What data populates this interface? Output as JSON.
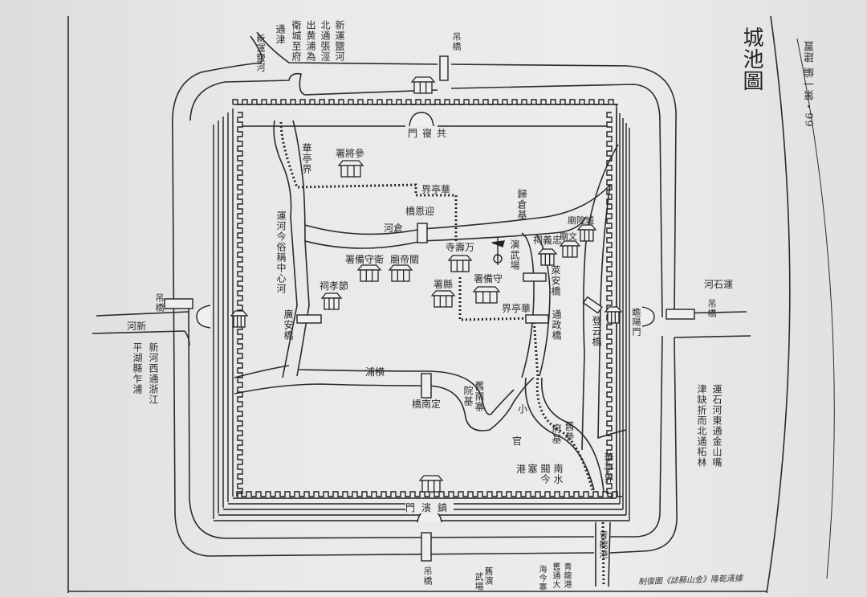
{
  "title": "城池圖",
  "page_header": "66・第一編 建置",
  "caption": "制復圖《誌縣山金》隆乾清據",
  "labels": {
    "note_top_1": "新運鹽河",
    "note_top_2": "北通張涇",
    "note_top_3": "出黄浦為",
    "note_top_4": "衛城至府",
    "note_top_5": "通津",
    "xin_yunyan_he": "新運鹽河",
    "diaoqiao_north": "吊橋",
    "gongchen_men": "門寑共",
    "huating_jie_nw": "華亭界",
    "canjiang_shu": "署將參",
    "huating_jie_n": "界亭華",
    "yingen_qiao": "橋恩迎",
    "cang_he": "河倉",
    "gui_cang_ji": "歸倉基",
    "yunhe_zhongxin": "運河今俗稱中心河",
    "chenghuang_miao": "廟隍城",
    "wen_miao": "廟文",
    "zhongyi_ci": "祠義忠",
    "wanshou_si": "寺壽万",
    "yanwu_chang": "演武場",
    "guandi_miao": "廟帝關",
    "weishoubei_shu": "署備守衛",
    "shoubei_shu": "署備守",
    "xian_shu": "署縣",
    "jiexiao_ci": "祠孝節",
    "guangan_qiao": "廣安橋",
    "huating_jie_c": "界亭華",
    "laian_qiao": "萊安橋",
    "tongzheng_qiao": "通政橋",
    "dengyun_qiao": "登云橋",
    "zhanyang_men": "瞻陽門",
    "heng_pu": "浦横",
    "jiu_nanzhai": "舊南寨",
    "yuan_ji": "院基",
    "dingnan_qiao": "橋南定",
    "xiao": "小",
    "guan": "官",
    "gang": "港",
    "jiu_can": "舊參",
    "fu_ji": "府基",
    "nanshui_1": "南水",
    "nanshui_2": "關今",
    "nanshui_3": "塞",
    "huating_jie_se": "華亭界",
    "zhenbin_men": "門濱鎮",
    "qinglong_gang": "青龍港",
    "diaoqiao_south": "吊橋",
    "jiu_yanwu_1": "舊演",
    "jiu_yanwu_2": "武場",
    "qinglong_gang_2": "青龍港",
    "jiu_tong_da": "舊通大",
    "hai_jin_zhai": "海今寨",
    "note_right_1": "運石河東通金山嘴",
    "note_right_2": "津缺折而北通柘林",
    "yunshi_he": "河石運",
    "diaoqiao_east": "吊橋",
    "diaoqiao_west": "吊橋",
    "xin_he": "河新",
    "note_left_1": "新河西通浙江",
    "note_left_2": "平湖縣乍浦"
  }
}
